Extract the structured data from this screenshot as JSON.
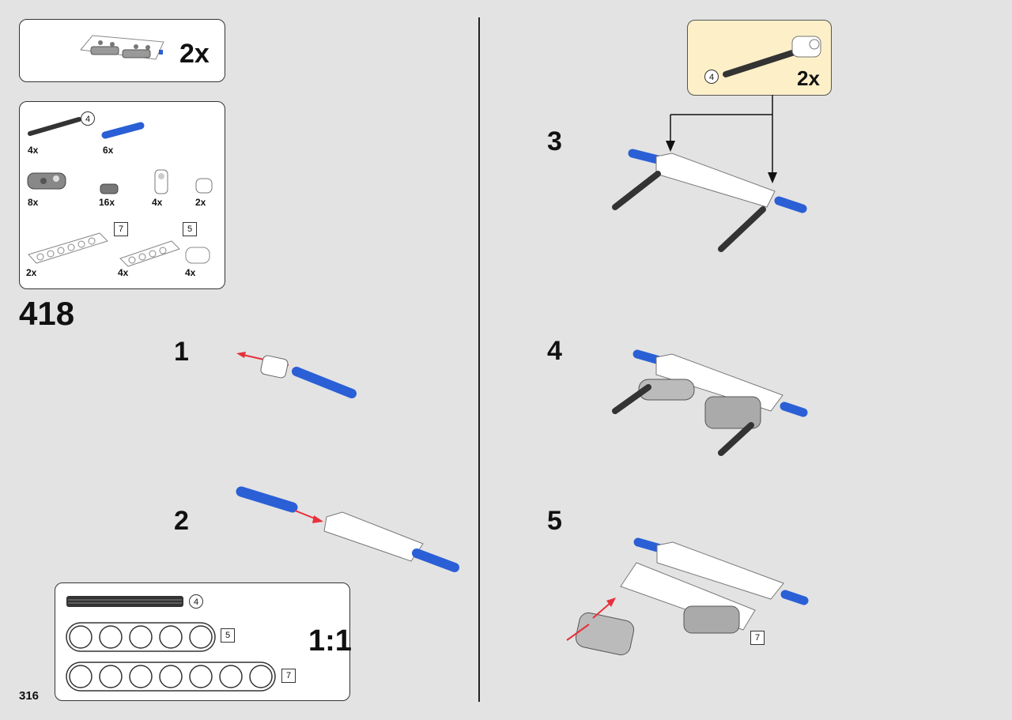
{
  "page": {
    "number": "316",
    "step": "418"
  },
  "callout_top": {
    "multiplier": "2x"
  },
  "parts": [
    {
      "qty": "4x",
      "length": "4"
    },
    {
      "qty": "6x"
    },
    {
      "qty": "8x"
    },
    {
      "qty": "16x"
    },
    {
      "qty": "4x"
    },
    {
      "qty": "2x"
    },
    {
      "qty": "2x",
      "length": "7"
    },
    {
      "qty": "4x",
      "length": "5"
    },
    {
      "qty": "4x"
    }
  ],
  "substeps": [
    "1",
    "2",
    "3",
    "4",
    "5"
  ],
  "callout_right": {
    "length": "4",
    "multiplier": "2x"
  },
  "step5_label": "7",
  "scale": {
    "axle_length": "4",
    "beam5_length": "5",
    "beam7_length": "7",
    "ratio": "1:1"
  },
  "colors": {
    "blue": "#2a5fd6",
    "red": "#e8303a",
    "callout_bg": "#fdf0c8"
  }
}
